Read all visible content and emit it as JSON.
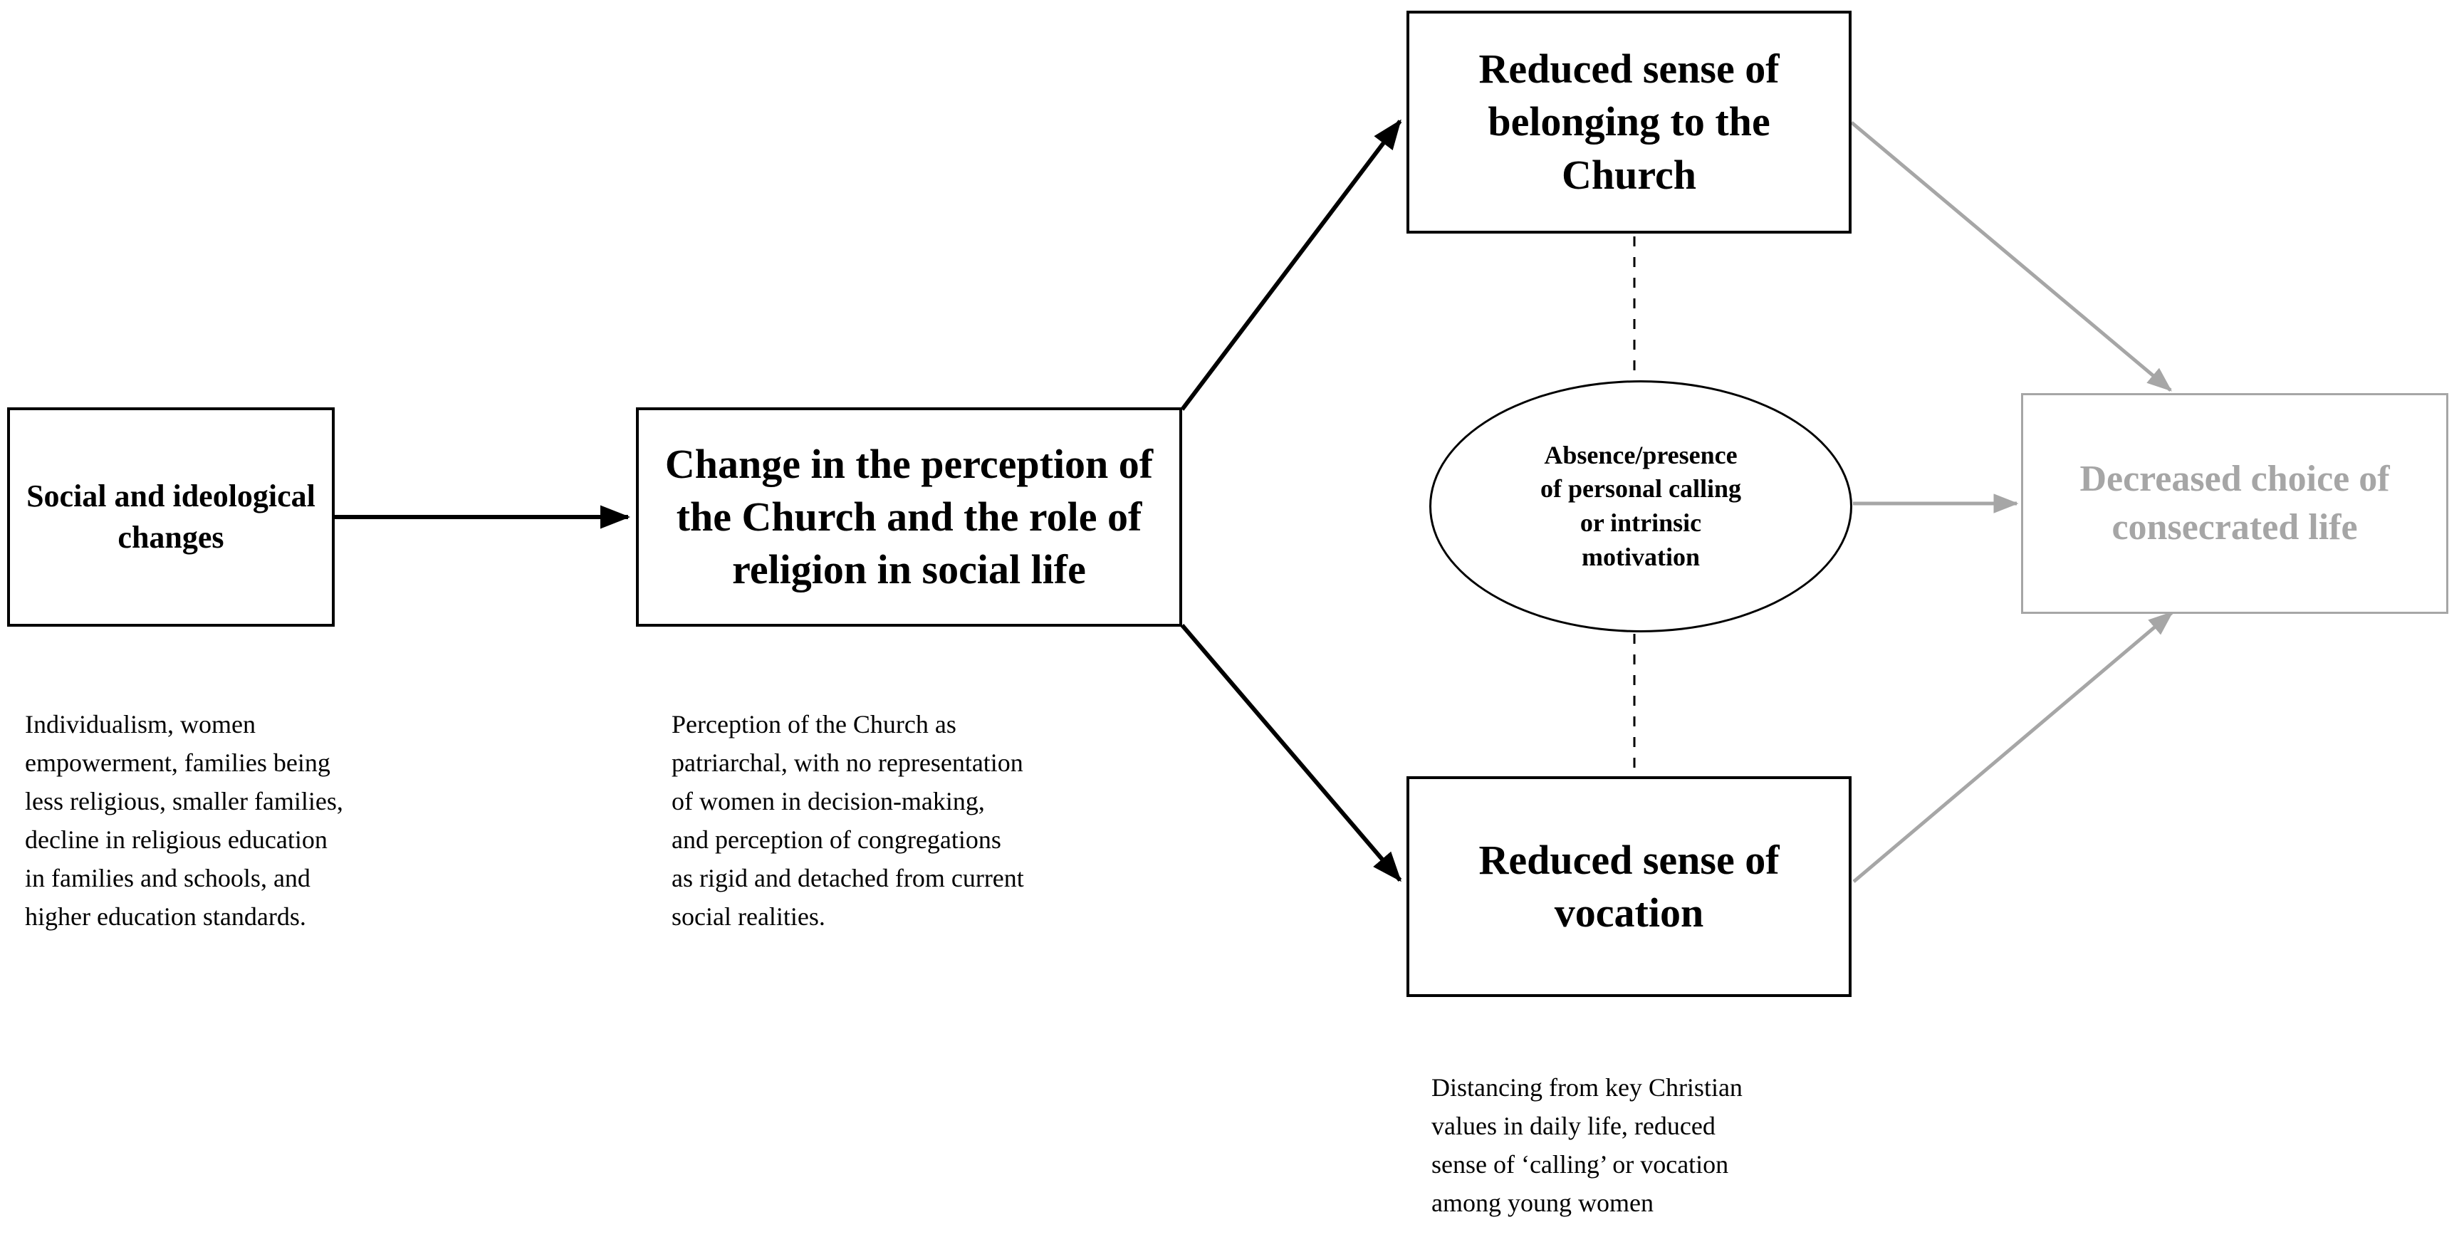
{
  "diagram": {
    "nodes": {
      "social_changes": {
        "label": "Social and ideological\nchanges"
      },
      "church_perception": {
        "label": "Change in the perception of\nthe Church and the role of\nreligion in social life"
      },
      "reduced_belonging": {
        "label": "Reduced sense of\nbelonging to the\nChurch"
      },
      "personal_calling": {
        "label": "Absence/presence\nof personal calling\nor intrinsic\nmotivation"
      },
      "reduced_vocation": {
        "label": "Reduced sense of\nvocation"
      },
      "decreased_choice": {
        "label": "Decreased choice of\nconsecrated life"
      }
    },
    "annotations": {
      "social_changes_note": "Individualism, women\nempowerment, families being\nless religious, smaller families,\ndecline in religious education\nin families and schools, and\nhigher education standards.",
      "church_perception_note": "Perception of the Church as\npatriarchal, with no representation\nof women in decision-making,\nand perception of congregations\nas rigid and detached from current\nsocial realities.",
      "reduced_vocation_note": "Distancing from key Christian\nvalues in daily life, reduced\nsense of ‘calling’ or vocation\namong young women"
    },
    "colors": {
      "solid_elements": "#000000",
      "faded_elements": "#a6a6a6"
    },
    "connections": [
      {
        "from": "social_changes",
        "to": "church_perception",
        "style": "solid black arrow"
      },
      {
        "from": "church_perception",
        "to": "reduced_belonging",
        "style": "solid black arrow"
      },
      {
        "from": "church_perception",
        "to": "reduced_vocation",
        "style": "solid black arrow"
      },
      {
        "from": "reduced_belonging",
        "to": "decreased_choice",
        "style": "solid gray arrow"
      },
      {
        "from": "personal_calling",
        "to": "decreased_choice",
        "style": "solid gray arrow"
      },
      {
        "from": "reduced_vocation",
        "to": "decreased_choice",
        "style": "solid gray arrow"
      },
      {
        "from": "reduced_belonging",
        "to": "personal_calling",
        "style": "dashed line"
      },
      {
        "from": "personal_calling",
        "to": "reduced_vocation",
        "style": "dashed line"
      }
    ]
  }
}
